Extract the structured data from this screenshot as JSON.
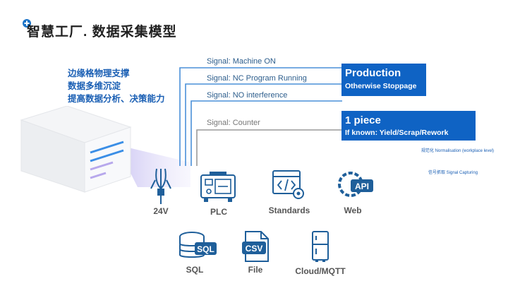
{
  "title": {
    "main": "智慧工厂",
    "sub": ". 数据采集模型"
  },
  "features": [
    "边缘格物理支撑",
    "数据多维沉淀",
    "提高数据分析、决策能力"
  ],
  "signals": [
    {
      "label": "Signal: Machine ON"
    },
    {
      "label": "Signal: NC Program Running"
    },
    {
      "label": "Signal: NO interference"
    },
    {
      "label": "Signal: Counter"
    }
  ],
  "boxes": {
    "production": {
      "title": "Production",
      "subtitle": "Otherwise Stoppage"
    },
    "piece": {
      "title": "1 piece",
      "subtitle": "If known: Yield/Scrap/Rework"
    }
  },
  "notes": {
    "normalisation": "规范化 Normalisation (workplace level)",
    "capturing": "信号抓取 Signal Capturing"
  },
  "sources": {
    "v24": "24V",
    "plc": "PLC",
    "standards": "Standards",
    "web": "Web",
    "sql": "SQL",
    "file": "File",
    "cloud": "Cloud/MQTT"
  },
  "icon_text": {
    "api": "API",
    "sql": "SQL",
    "csv": "CSV"
  },
  "colors": {
    "accent": "#0f63c4",
    "line_blue": "#4a90d9",
    "line_grey": "#9a9a9a",
    "icon": "#1f5f9a"
  }
}
